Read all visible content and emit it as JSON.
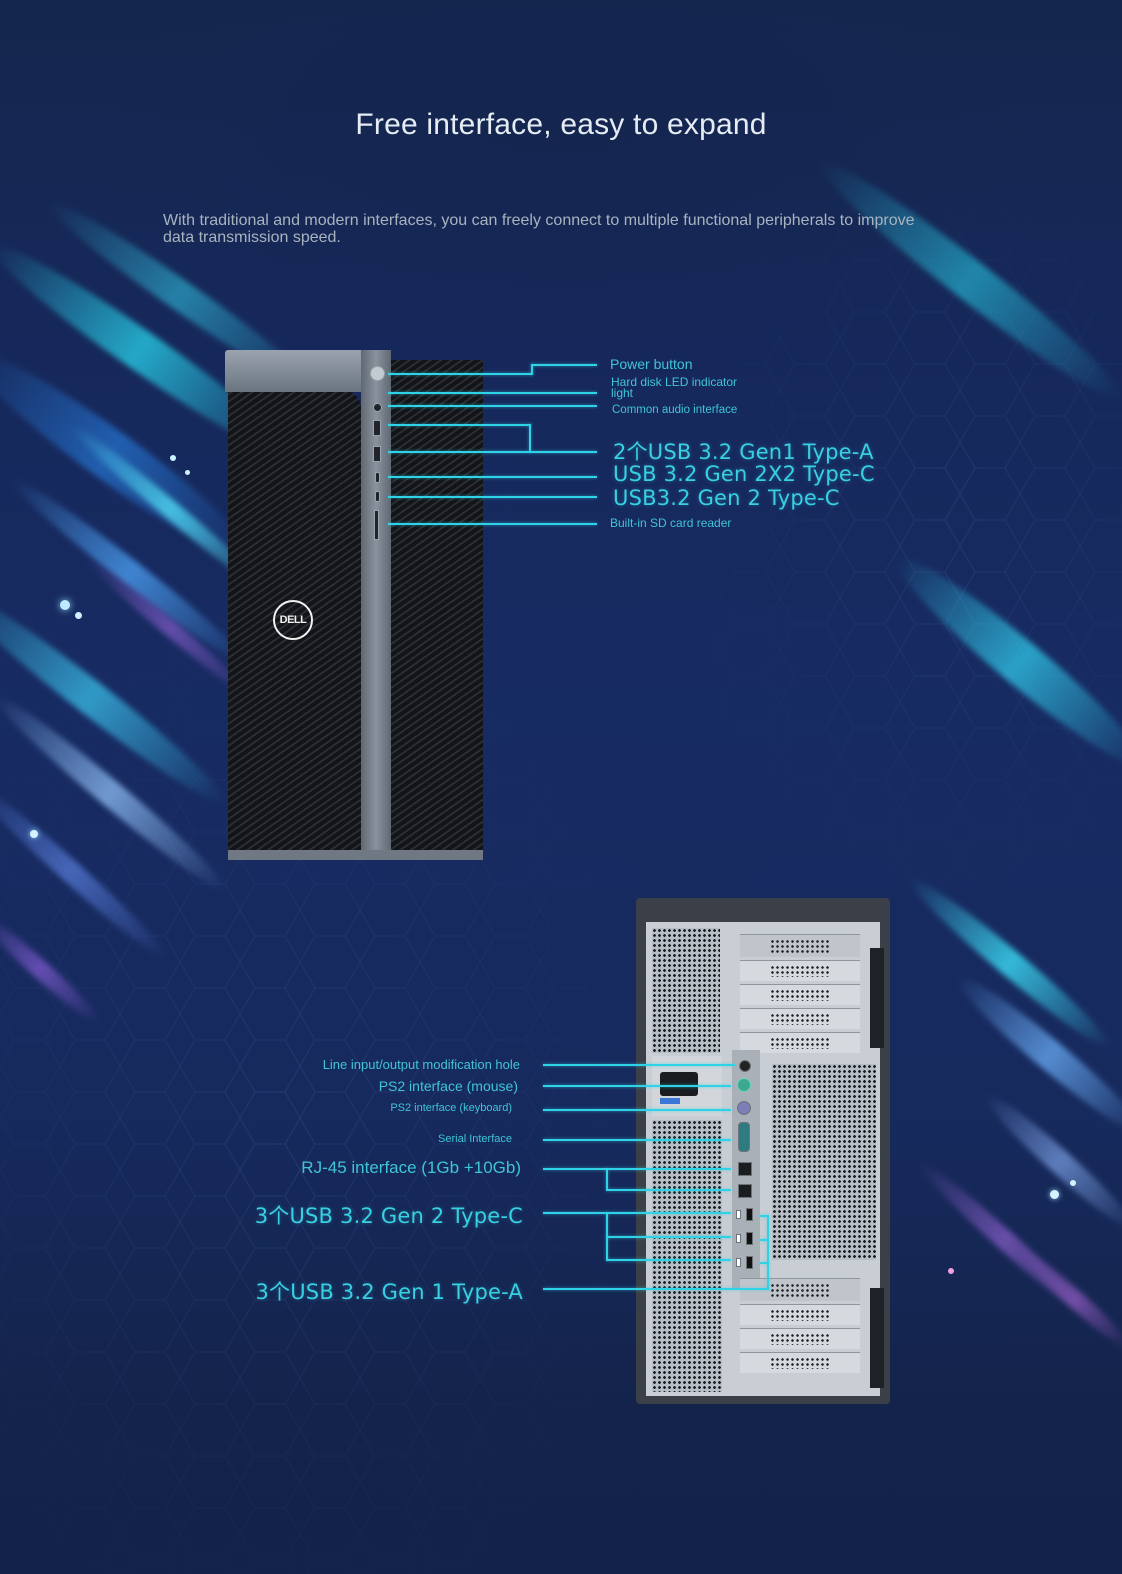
{
  "header": {
    "title": "Free interface, easy to expand",
    "subtitle": "With traditional and modern interfaces, you can freely connect to multiple functional peripherals to improve data transmission speed."
  },
  "front_panel": {
    "brand_logo": "DELL",
    "labels": [
      {
        "id": "power",
        "text": "Power button"
      },
      {
        "id": "hdd_led",
        "text": "Hard disk LED indicator light"
      },
      {
        "id": "audio",
        "text": "Common audio interface"
      },
      {
        "id": "usb_a",
        "text": "2个USB 3.2 Gen1 Type-A"
      },
      {
        "id": "usb_c_2x2",
        "text": "USB 3.2 Gen 2X2 Type-C"
      },
      {
        "id": "usb_c_gen2",
        "text": "USB3.2 Gen 2 Type-C"
      },
      {
        "id": "sd",
        "text": "Built-in SD card reader"
      }
    ]
  },
  "rear_panel": {
    "labels": [
      {
        "id": "line_io",
        "text": "Line input/output modification hole"
      },
      {
        "id": "ps2_mouse",
        "text": "PS2 interface (mouse)"
      },
      {
        "id": "ps2_keyboard",
        "text": "PS2 interface (keyboard)"
      },
      {
        "id": "serial",
        "text": "Serial Interface"
      },
      {
        "id": "rj45",
        "text": "RJ-45 interface (1Gb +10Gb)"
      },
      {
        "id": "usb_c",
        "text": "3个USB 3.2 Gen 2 Type-C"
      },
      {
        "id": "usb_a",
        "text": "3个USB 3.2 Gen 1 Type-A"
      }
    ]
  },
  "colors": {
    "background": "#16285a",
    "accent_cyan": "#2fd2e6",
    "label_cyan": "#3fc4d8",
    "title": "#e6ecf3",
    "subtitle": "#a9b3bf"
  }
}
